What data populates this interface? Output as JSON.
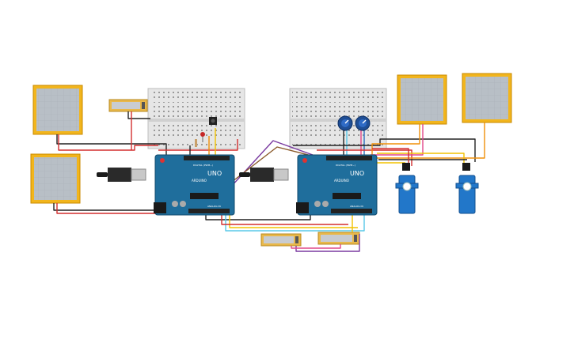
{
  "boards": {
    "left": {
      "brand": "UNO",
      "maker": "ARDUINO",
      "digital": "DIGITAL (PWM~)",
      "analog": "ANALOG IN"
    },
    "right": {
      "brand": "UNO",
      "maker": "ARDUINO",
      "digital": "DIGITAL (PWM~)",
      "analog": "ANALOG IN"
    }
  },
  "colors": {
    "wire_red": "#d32f2f",
    "wire_black": "#222222",
    "wire_yellow": "#f2c200",
    "wire_orange": "#f0900a",
    "wire_purple": "#7a3aa0",
    "wire_brown": "#8a5a2a",
    "wire_cyan": "#58c8e8",
    "wire_pink": "#e04888",
    "board_blue": "#1f6e9c",
    "display_frame": "#f2b51c",
    "display_screen": "#b8bfc6",
    "sensor_frame": "#e9b84a",
    "breadboard": "#e6e6e6",
    "servo_blue": "#2277c9",
    "pot_blue": "#1f4e95"
  },
  "icons": [
    "usb-cable-icon",
    "power-jack-icon",
    "potentiometer-icon",
    "servo-icon",
    "pushbutton-icon",
    "led-icon",
    "resistor-icon"
  ]
}
